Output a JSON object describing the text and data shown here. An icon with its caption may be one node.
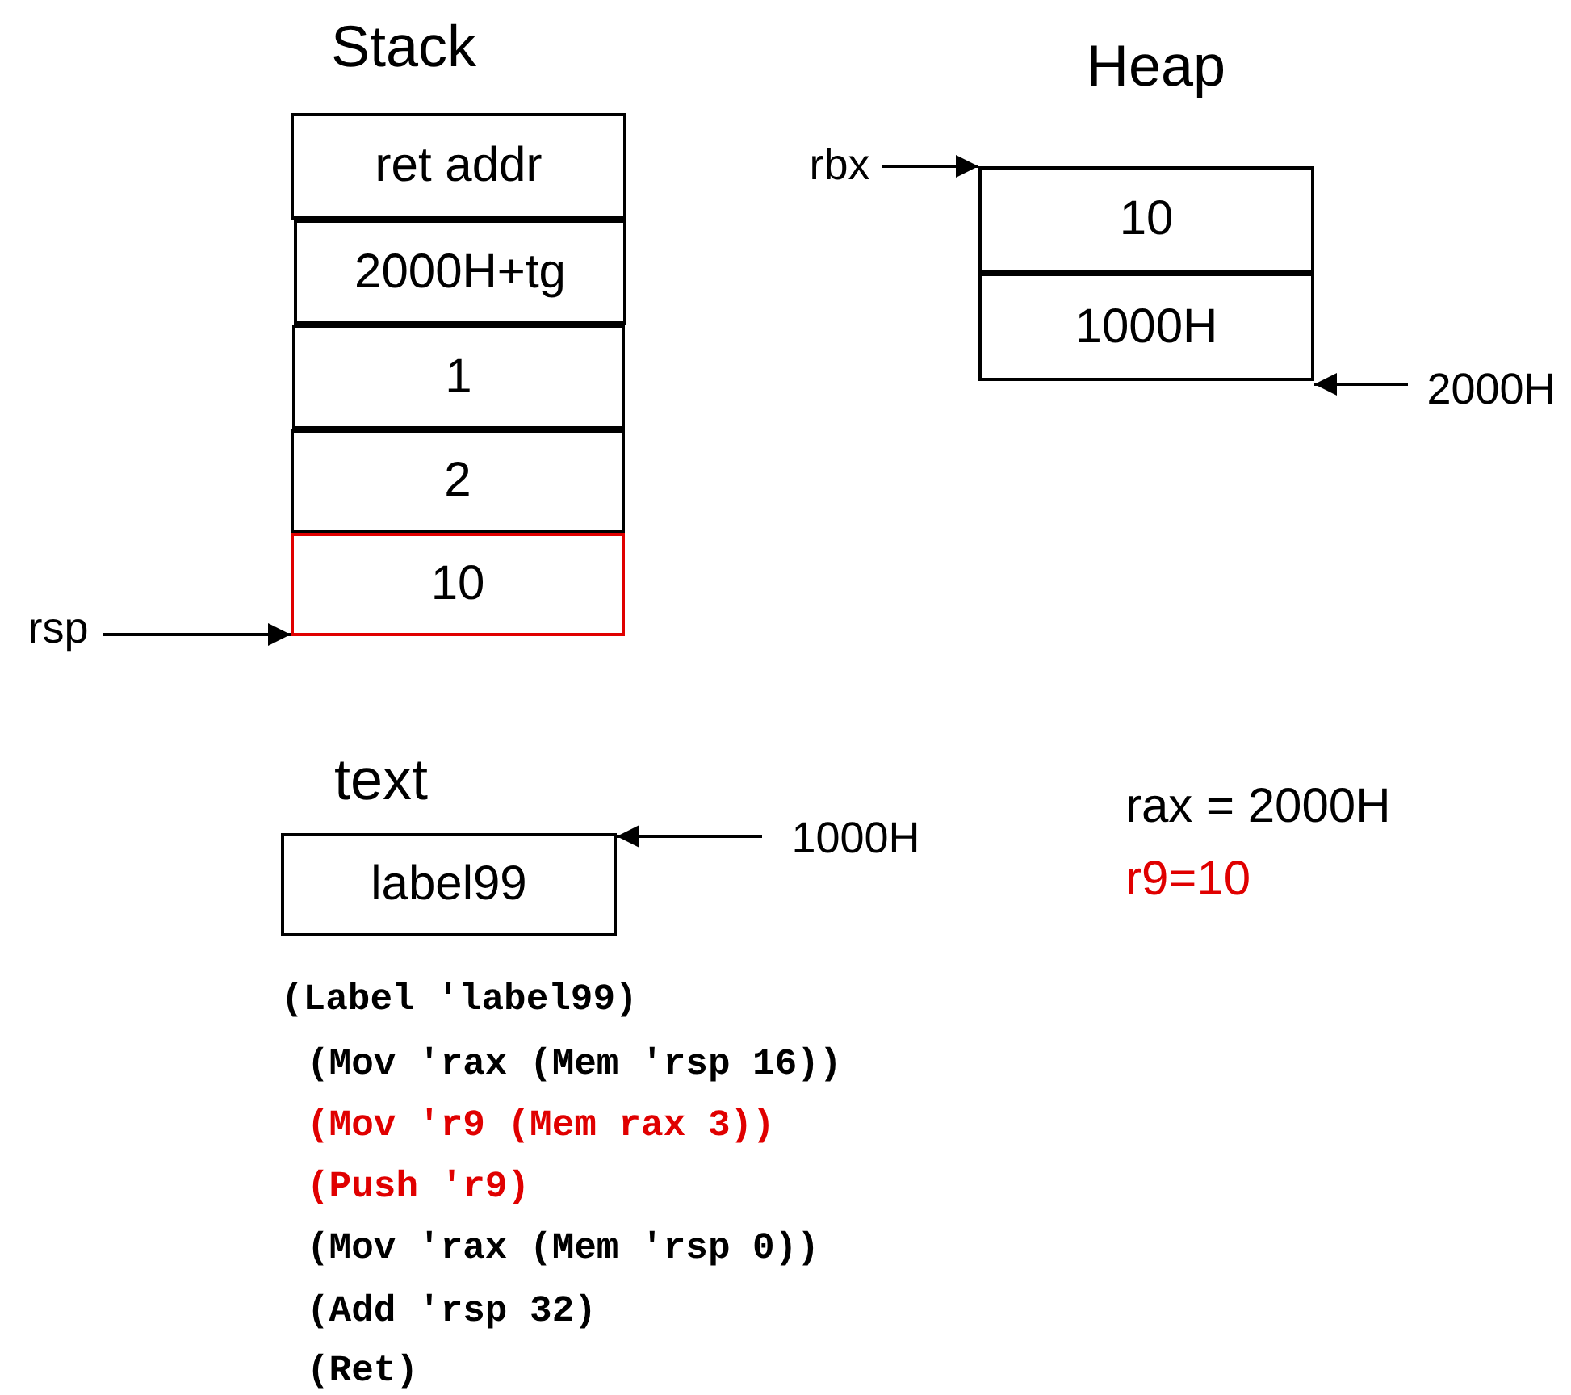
{
  "diagram": {
    "nodes": [
      {
        "text": [
          "ret addr"
        ]
      },
      {
        "text": [
          "2000H+tg"
        ]
      },
      {
        "text": [
          "1"
        ]
      },
      {
        "text": [
          "2"
        ]
      },
      {
        "text": [
          "10"
        ]
      },
      {
        "text": [
          "rsp"
        ]
      },
      {
        "text": [
          "rbx"
        ]
      },
      {
        "text": [
          "10"
        ]
      },
      {
        "text": [
          "1000H"
        ]
      },
      {
        "text": [
          "2000H"
        ]
      },
      {
        "text": [
          "label99"
        ]
      },
      {
        "text": [
          "1000H"
        ]
      }
    ],
    "edges": [
      {
        "from": 5,
        "to": 4,
        "arrow": "to"
      },
      {
        "from": 6,
        "to": 7,
        "arrow": "to"
      },
      {
        "from": 9,
        "to": 8,
        "arrow": "to"
      },
      {
        "from": 11,
        "to": 10,
        "arrow": "to"
      }
    ],
    "labels": [
      "Stack",
      "Heap",
      "text",
      "rax = 2000H",
      "r9=10",
      "(Label 'label99)",
      "(Mov 'rax (Mem 'rsp 16))",
      "(Mov 'r9 (Mem rax 3))",
      "(Push 'r9)",
      "(Mov 'rax (Mem 'rsp 0))",
      "(Add 'rsp 32)",
      "(Ret)"
    ]
  }
}
